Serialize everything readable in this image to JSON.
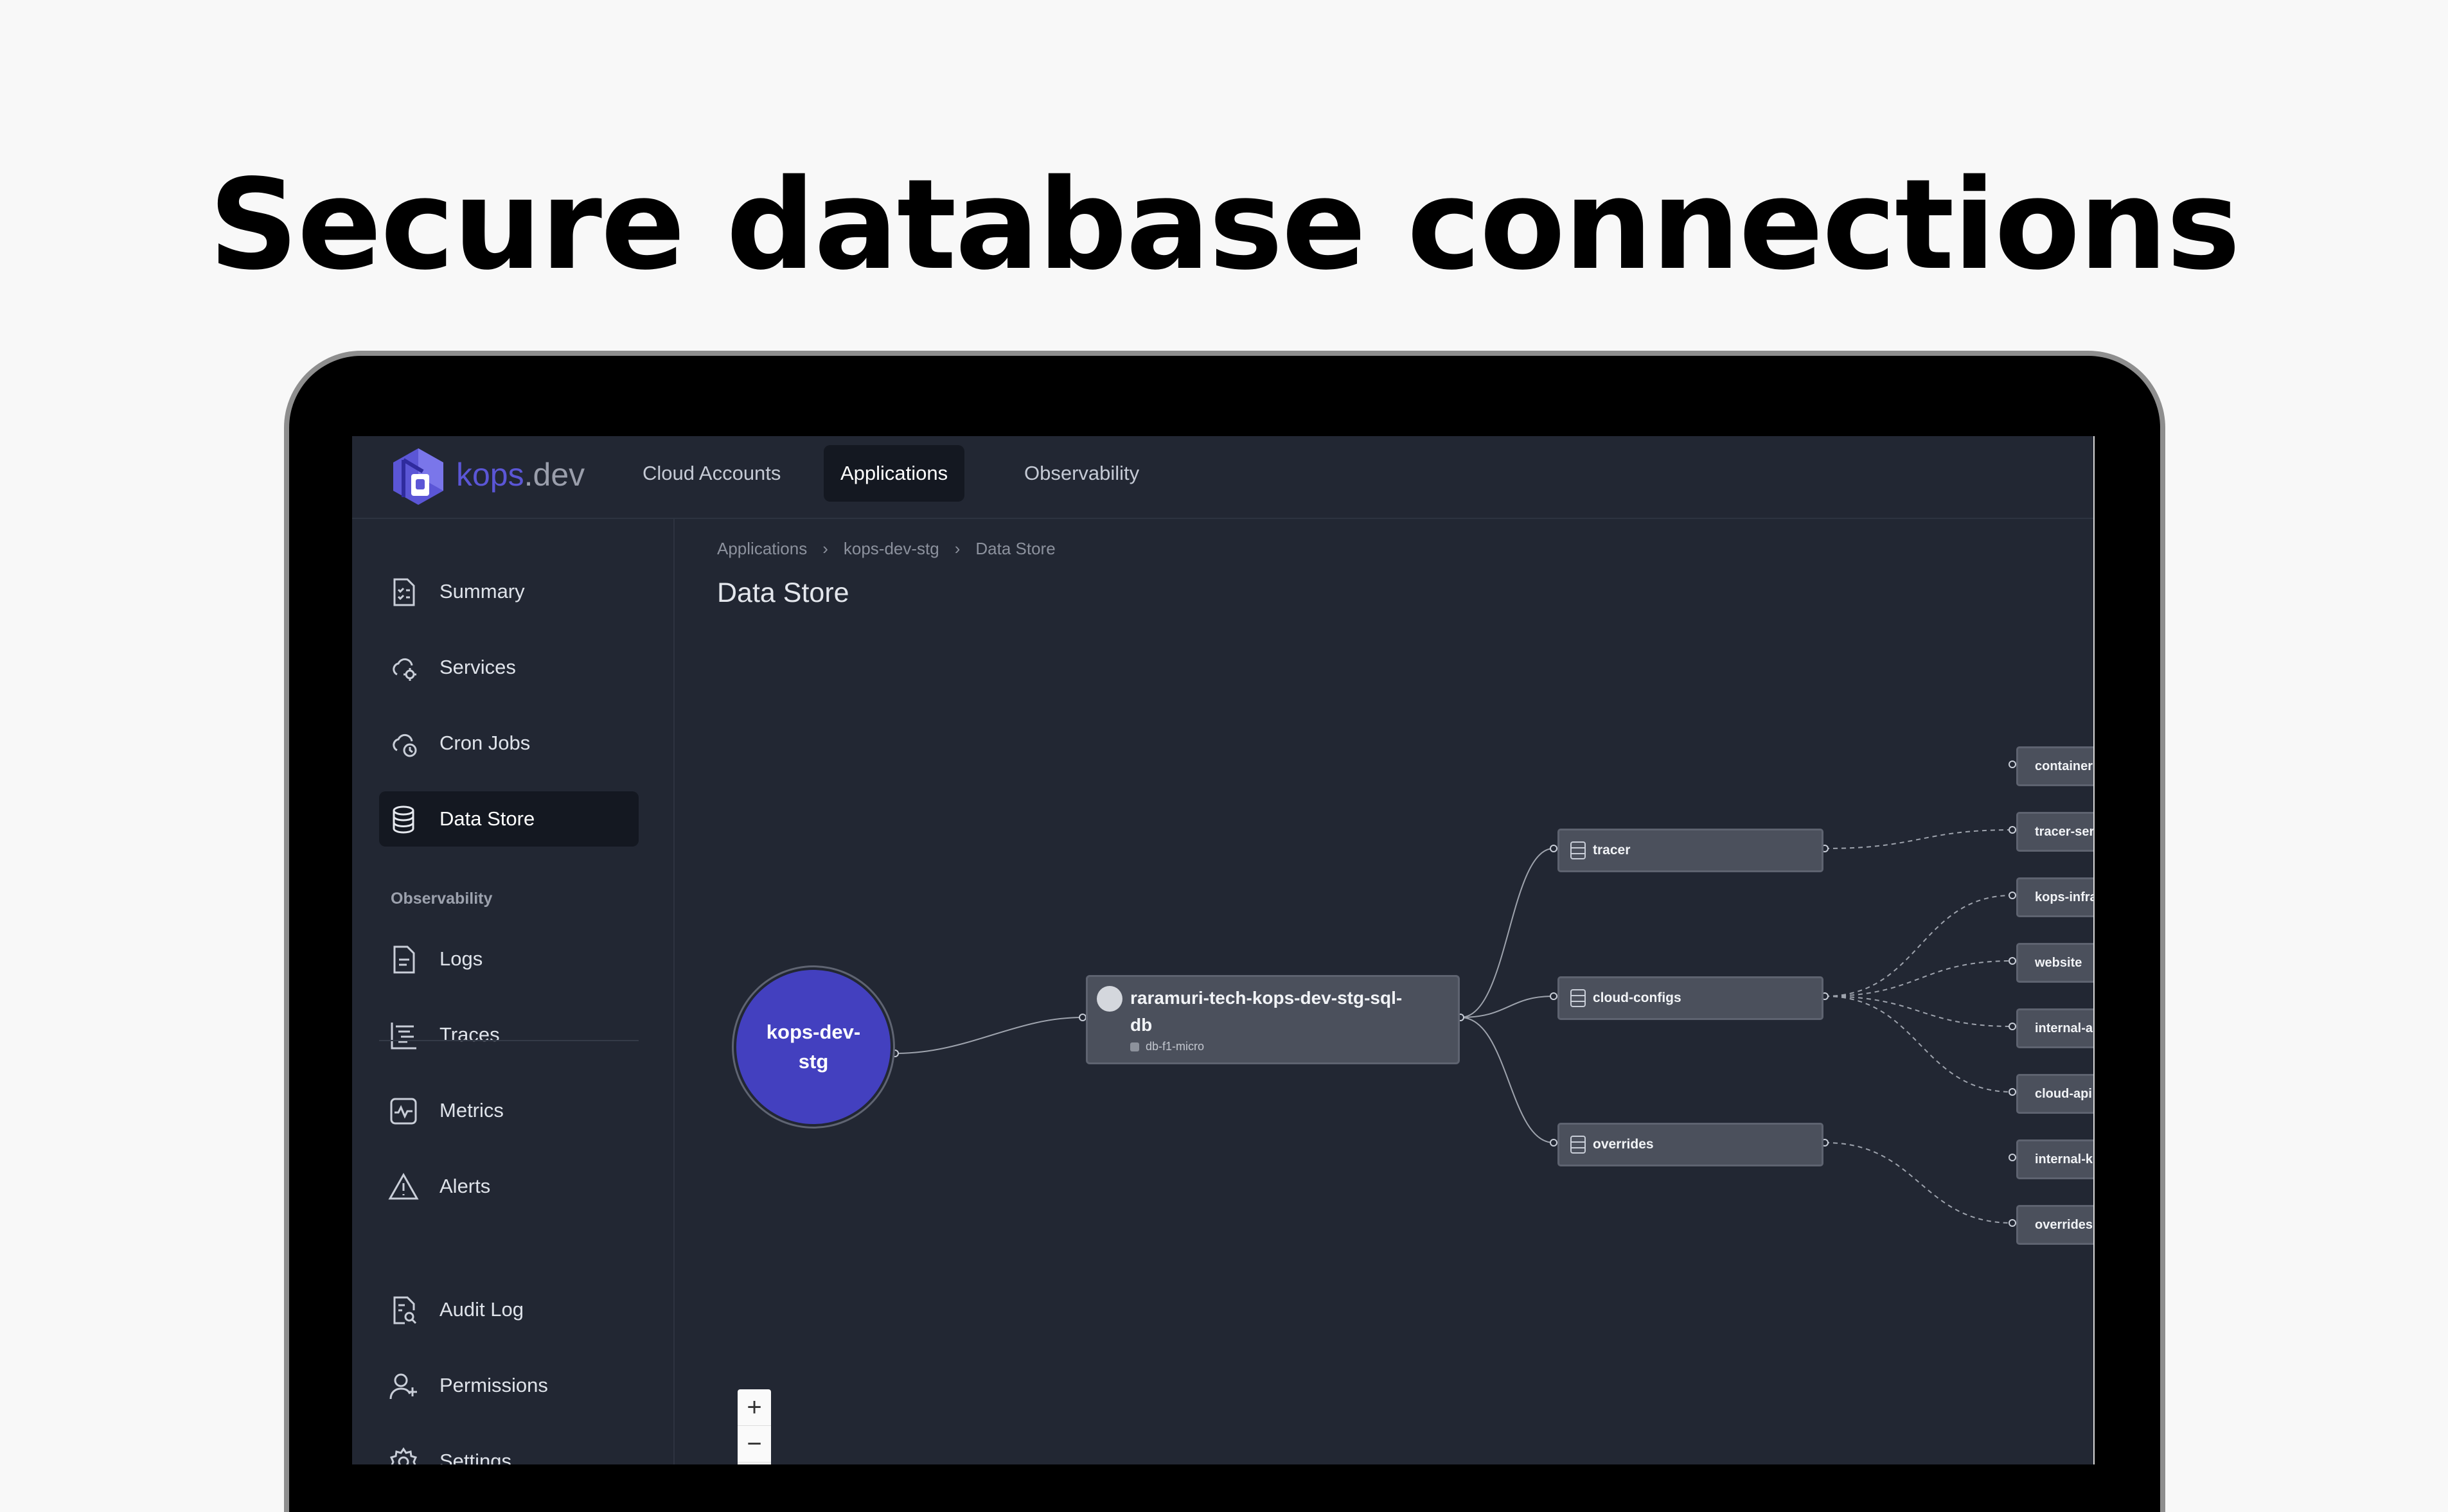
{
  "headline": "Secure database connections",
  "brand": {
    "name_main": "kops",
    "name_suffix": ".dev",
    "color": "#5b56d6"
  },
  "topnav": [
    {
      "label": "Cloud Accounts",
      "active": false
    },
    {
      "label": "Applications",
      "active": true
    },
    {
      "label": "Observability",
      "active": false
    }
  ],
  "sidebar": {
    "items": [
      {
        "label": "Summary",
        "icon": "document-checklist-icon"
      },
      {
        "label": "Services",
        "icon": "cloud-gear-icon"
      },
      {
        "label": "Cron Jobs",
        "icon": "cloud-clock-icon"
      },
      {
        "label": "Data Store",
        "icon": "database-icon",
        "active": true
      }
    ],
    "section_label": "Observability",
    "observability_items": [
      {
        "label": "Logs",
        "icon": "document-lines-icon"
      },
      {
        "label": "Traces",
        "icon": "traces-icon"
      },
      {
        "label": "Metrics",
        "icon": "chart-line-icon"
      },
      {
        "label": "Alerts",
        "icon": "warning-triangle-icon"
      }
    ],
    "bottom_items": [
      {
        "label": "Audit Log",
        "icon": "document-search-icon"
      },
      {
        "label": "Permissions",
        "icon": "user-plus-icon"
      },
      {
        "label": "Settings",
        "icon": "gear-icon"
      }
    ]
  },
  "breadcrumb": [
    "Applications",
    "kops-dev-stg",
    "Data Store"
  ],
  "page_title": "Data Store",
  "graph": {
    "root": "kops-dev-stg",
    "database": {
      "name": "raramuri-tech-kops-dev-stg-sql-db",
      "tier": "db-f1-micro"
    },
    "stores": [
      "tracer",
      "cloud-configs",
      "overrides"
    ],
    "consumers": [
      "container",
      "tracer-ser",
      "kops-infra",
      "website",
      "internal-a",
      "cloud-api",
      "internal-k",
      "overrides"
    ]
  },
  "zoom": {
    "in": "+",
    "out": "−"
  }
}
